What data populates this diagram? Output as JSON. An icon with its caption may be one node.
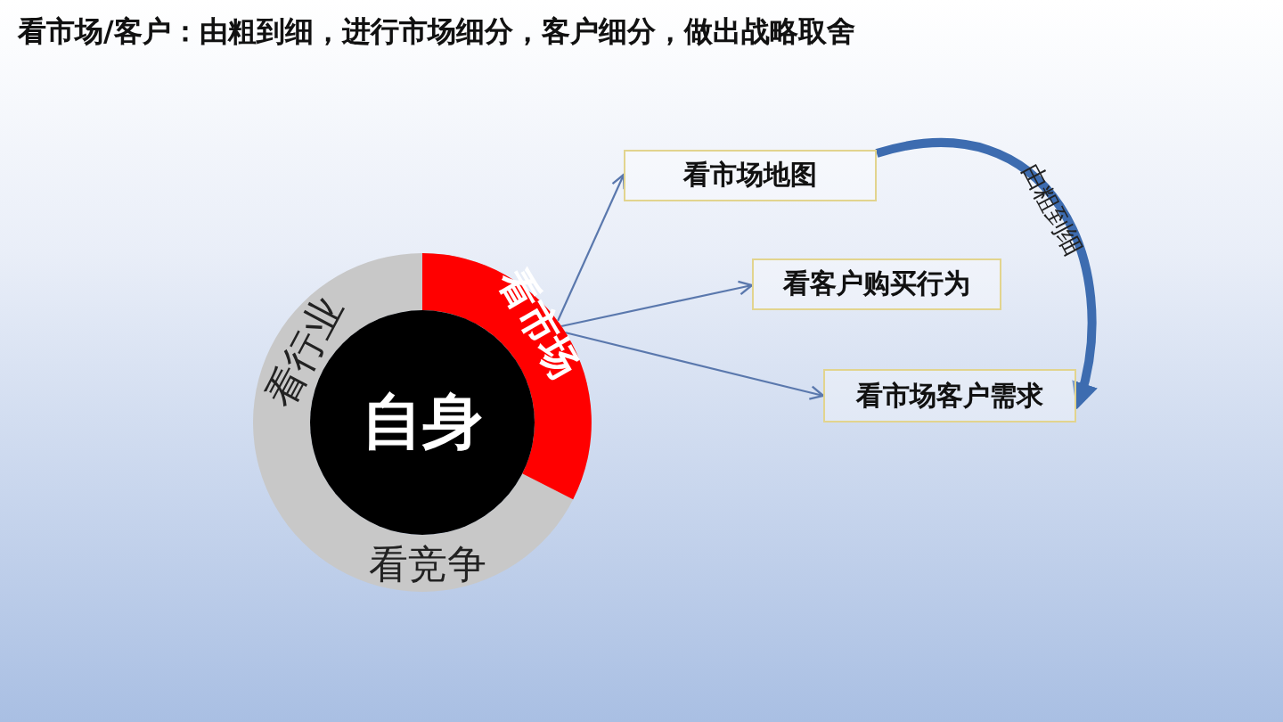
{
  "diagram": {
    "title": "看市场/客户：由粗到细，进行市场细分，客户细分，做出战略取舍",
    "nodes": [
      {
        "text": [
          "自身"
        ],
        "in": 1
      },
      {
        "text": [
          "看行业",
          "看竞争"
        ]
      },
      {
        "text": [
          "看市场"
        ],
        "in": 1
      },
      {
        "text": [
          "看市场地图"
        ]
      },
      {
        "text": [
          "看客户购买行为"
        ]
      },
      {
        "text": [
          "看市场客户需求"
        ]
      }
    ],
    "edges": [
      {
        "from": 2,
        "to": 3,
        "arrow": "to"
      },
      {
        "from": 2,
        "to": 4,
        "arrow": "to"
      },
      {
        "from": 2,
        "to": 5,
        "arrow": "to"
      },
      {
        "from": 3,
        "to": 5,
        "arrow": "to",
        "label": "由粗到细",
        "style": "thick",
        "color": "#3d6cb0"
      }
    ]
  }
}
